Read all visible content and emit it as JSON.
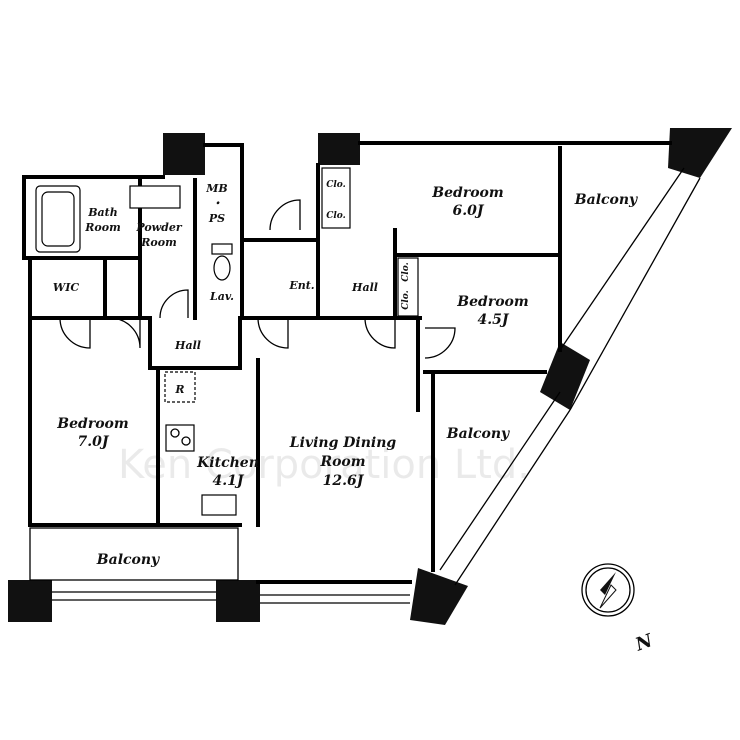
{
  "rooms": {
    "bath": [
      "Bath",
      "Room"
    ],
    "powder": [
      "Powder",
      "Room"
    ],
    "mbps": [
      "MB",
      "・",
      "PS"
    ],
    "wic": "WIC",
    "lav": "Lav.",
    "ent": "Ent.",
    "hall_upper": "Hall",
    "hall_lower": "Hall",
    "bedroom_top": [
      "Bedroom",
      "6.0J"
    ],
    "bedroom_mid": [
      "Bedroom",
      "4.5J"
    ],
    "bedroom_left": [
      "Bedroom",
      "7.0J"
    ],
    "kitchen": [
      "Kitchen",
      "4.1J"
    ],
    "ldk": [
      "Living Dining",
      "Room",
      "12.6J"
    ],
    "balcony_right_top": "Balcony",
    "balcony_right_mid": "Balcony",
    "balcony_bottom": "Balcony",
    "fridge": "R"
  },
  "closets": [
    "Clo.",
    "Clo.",
    "Clo.",
    "Clo."
  ],
  "compass": {
    "label": "N"
  },
  "watermark": "Ken Corporation Ltd."
}
